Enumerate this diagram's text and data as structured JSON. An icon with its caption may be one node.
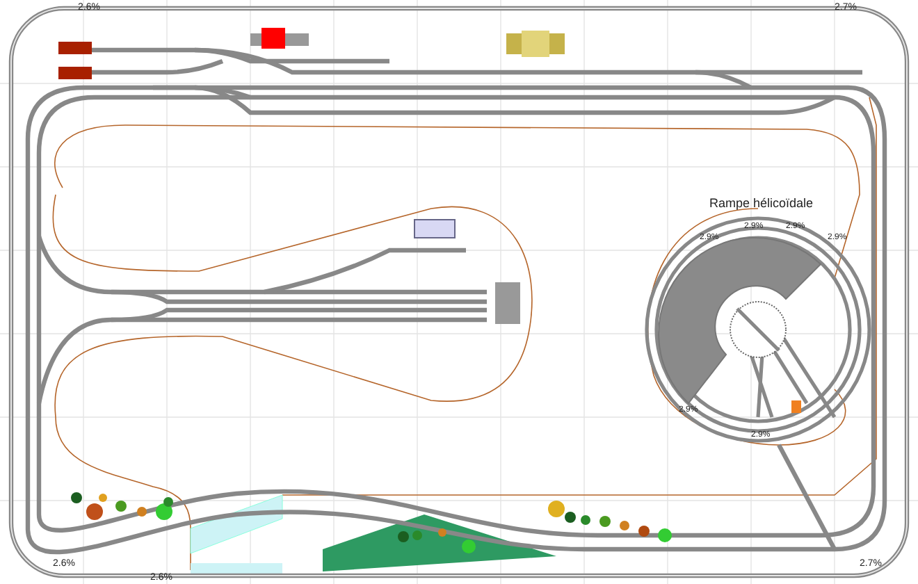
{
  "diagram": {
    "labels": [
      "2.6%",
      "2.7%",
      "Rampe hélicoïdale",
      "2.9%",
      "2.9%",
      "2.9%",
      "2.9%",
      "2.9%",
      "2.9%",
      "2.6%",
      "2.6%",
      "2.7%"
    ]
  }
}
